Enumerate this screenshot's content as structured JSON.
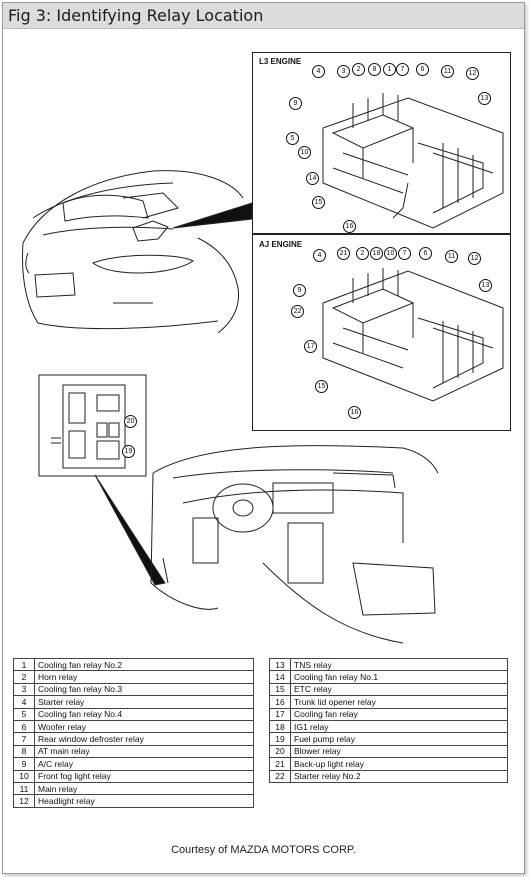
{
  "title": "Fig 3: Identifying Relay Location",
  "engines": [
    {
      "label": "L3 ENGINE",
      "callouts": [
        "4",
        "3",
        "2",
        "8",
        "1",
        "7",
        "6",
        "11",
        "12",
        "13",
        "9",
        "5",
        "10",
        "14",
        "15",
        "16"
      ]
    },
    {
      "label": "AJ ENGINE",
      "callouts": [
        "4",
        "21",
        "2",
        "18",
        "10",
        "7",
        "6",
        "11",
        "12",
        "13",
        "9",
        "22",
        "17",
        "15",
        "16"
      ]
    }
  ],
  "underdash_callouts": [
    "20",
    "19"
  ],
  "legend_left": [
    {
      "n": "1",
      "name": "Cooling fan relay No.2"
    },
    {
      "n": "2",
      "name": "Horn relay"
    },
    {
      "n": "3",
      "name": "Cooling fan relay No.3"
    },
    {
      "n": "4",
      "name": "Starter relay"
    },
    {
      "n": "5",
      "name": "Cooling fan relay No.4"
    },
    {
      "n": "6",
      "name": "Woofer relay"
    },
    {
      "n": "7",
      "name": "Rear window defroster relay"
    },
    {
      "n": "8",
      "name": "AT main relay"
    },
    {
      "n": "9",
      "name": "A/C relay"
    },
    {
      "n": "10",
      "name": "Front fog light relay"
    },
    {
      "n": "11",
      "name": "Main relay"
    },
    {
      "n": "12",
      "name": "Headlight relay"
    }
  ],
  "legend_right": [
    {
      "n": "13",
      "name": "TNS relay"
    },
    {
      "n": "14",
      "name": "Cooling fan relay No.1"
    },
    {
      "n": "15",
      "name": "ETC relay"
    },
    {
      "n": "16",
      "name": "Trunk lid opener relay"
    },
    {
      "n": "17",
      "name": "Cooling fan relay"
    },
    {
      "n": "18",
      "name": "IG1 relay"
    },
    {
      "n": "19",
      "name": "Fuel pump relay"
    },
    {
      "n": "20",
      "name": "Blower relay"
    },
    {
      "n": "21",
      "name": "Back-up light relay"
    },
    {
      "n": "22",
      "name": "Starter relay No.2"
    }
  ],
  "credit": "Courtesy of MAZDA MOTORS CORP."
}
